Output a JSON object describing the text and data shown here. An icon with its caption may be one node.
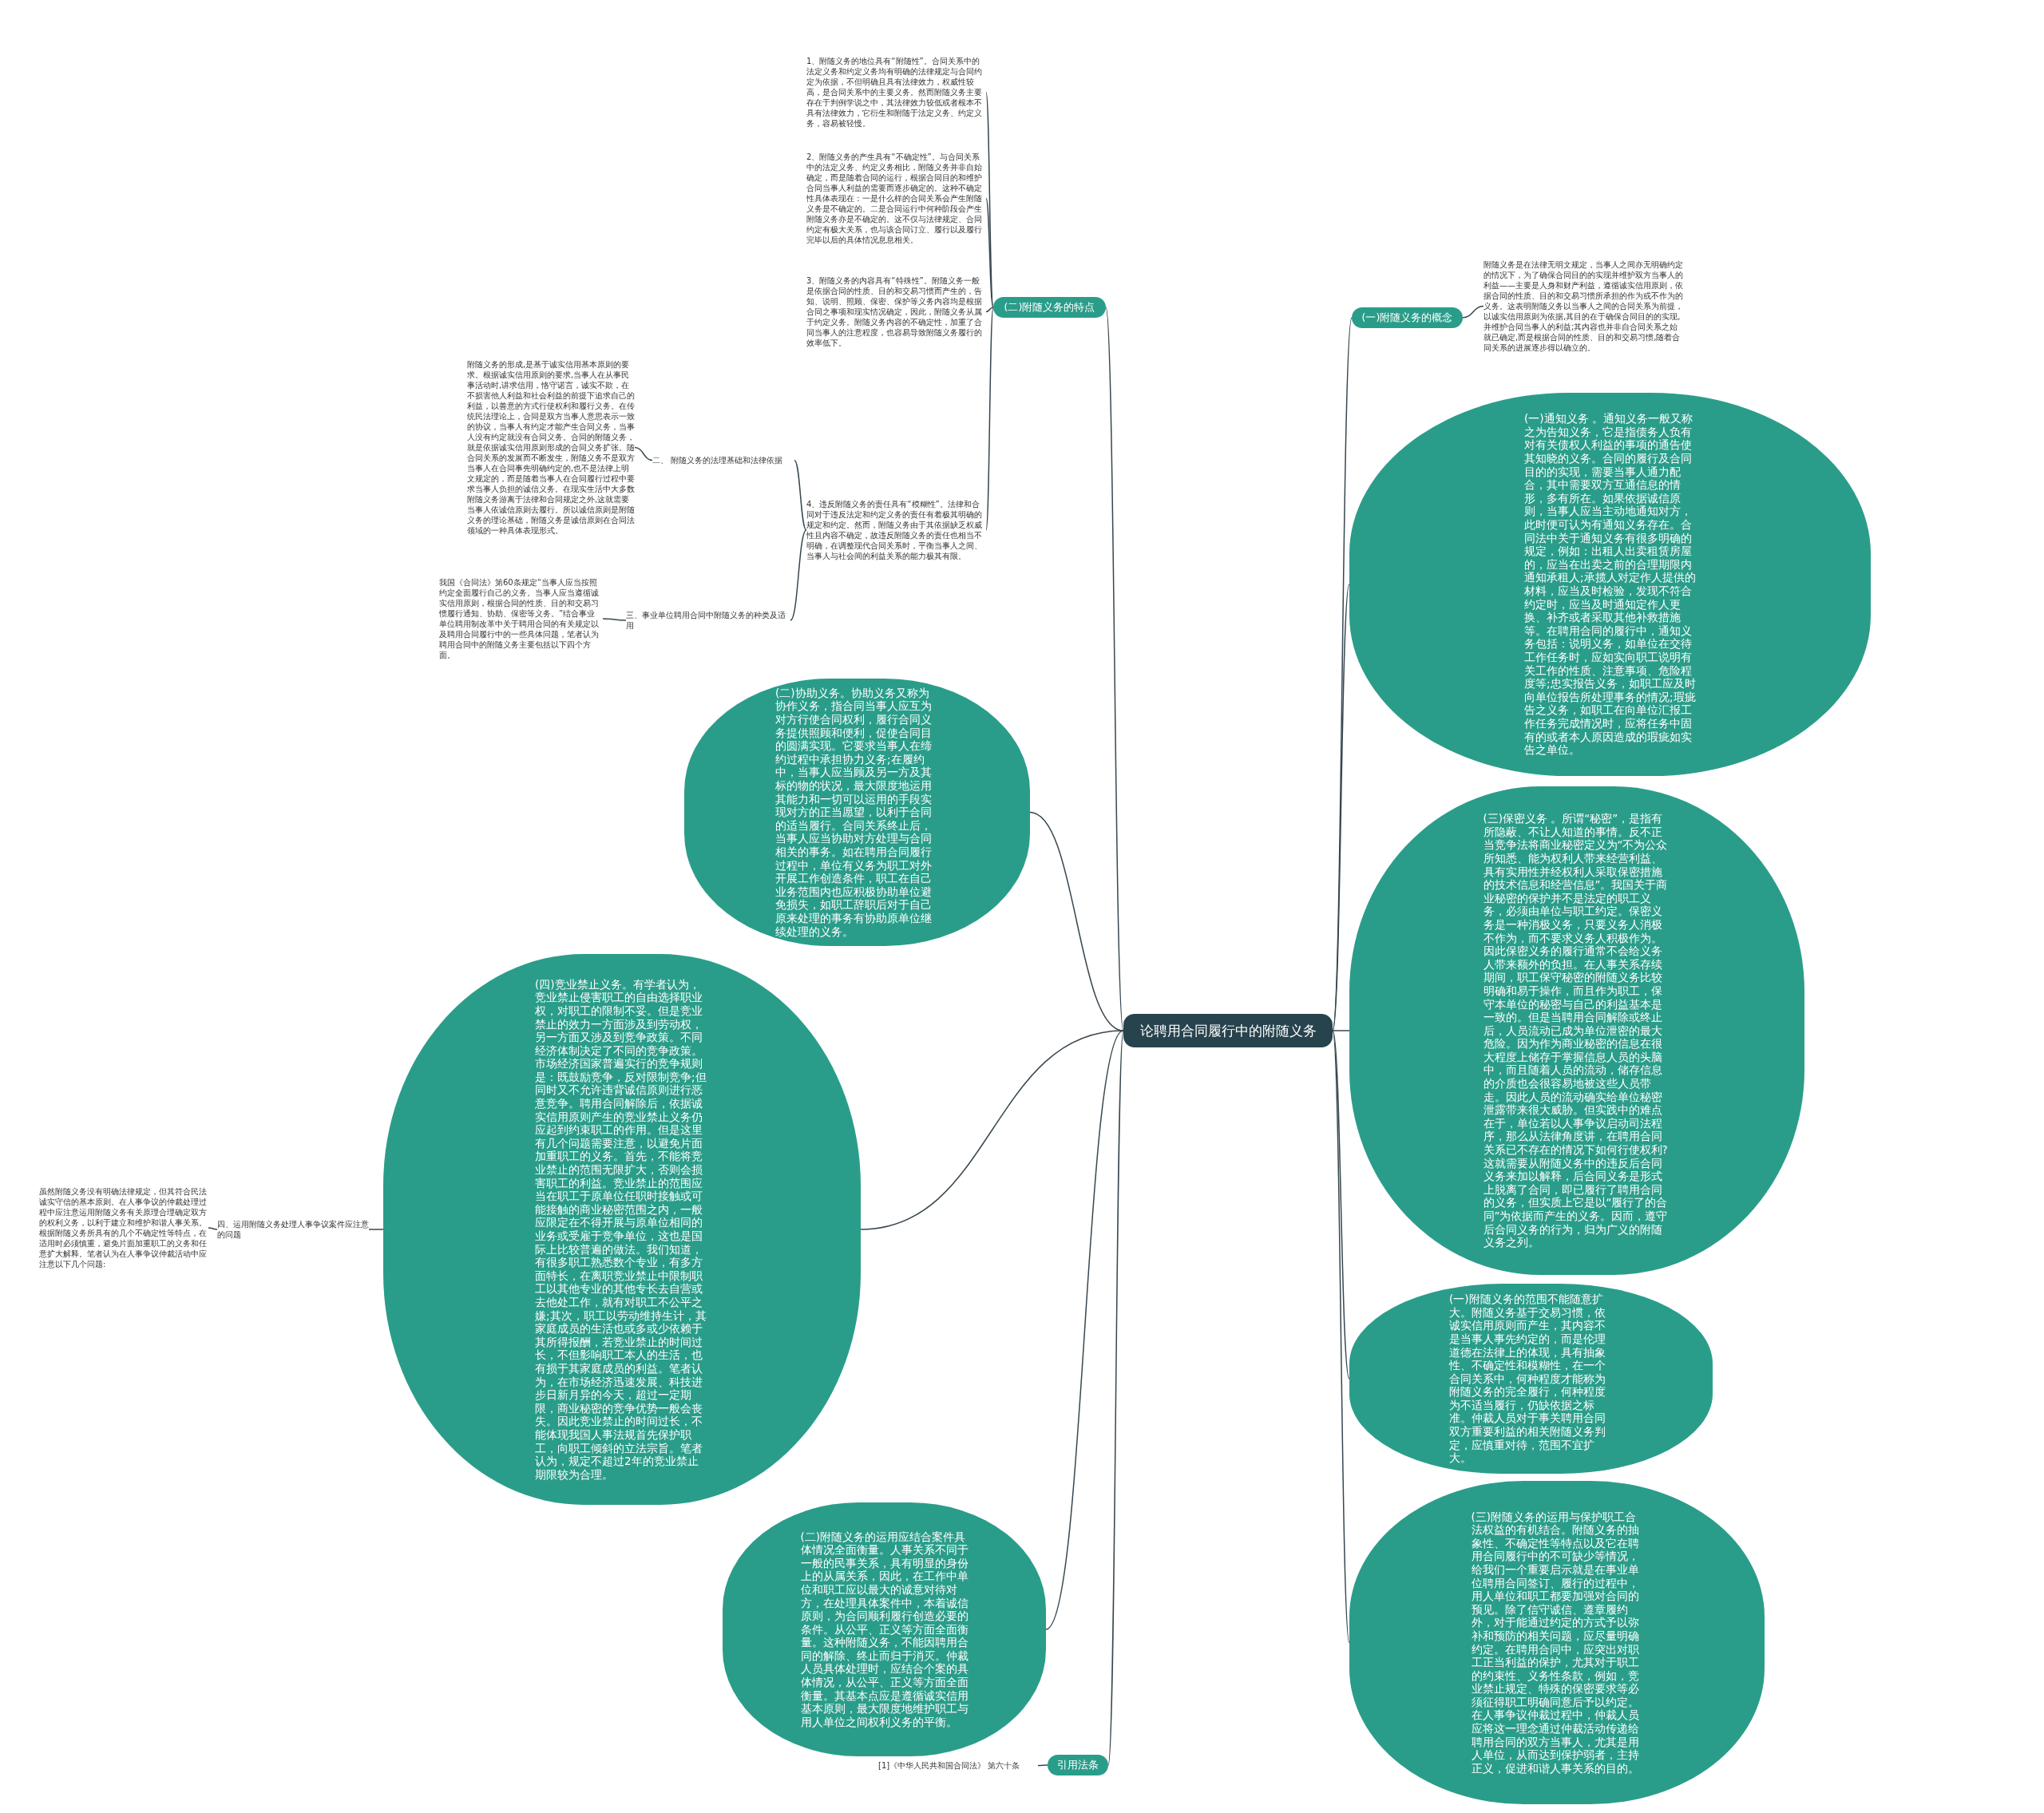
{
  "diagram": {
    "nodes": [
      {
        "text": [
          "论聘用合同履行中的附随义务"
        ]
      },
      {
        "text": [
          "(二)附随义务的特点"
        ]
      },
      {
        "text": [
          "1、附随义务的地位具有“附随性”。合同关系中的法定义务和约定义务均有明确的法律规定与合同约定为依据，不但明确且具有法律效力，权威性较高，是合同关系中的主要义务。然而附随义务主要存在于判例学说之中，其法律效力较低或者根本不具有法律效力，它衍生和附随于法定义务、约定义务，容易被轻慢。"
        ]
      },
      {
        "text": [
          "2、附随义务的产生具有“不确定性”。与合同关系中的法定义务、约定义务相比，附随义务并非自始确定，而是随着合同的运行，根据合同目的和维护合同当事人利益的需要而逐步确定的。这种不确定性具体表现在：一是什么样的合同关系会产生附随义务是不确定的。二是合同运行中何种阶段会产生附随义务亦是不确定的。这不仅与法律规定、合同约定有极大关系，也与该合同订立、履行以及履行完毕以后的具体情况息息相关。"
        ]
      },
      {
        "text": [
          "3、附随义务的内容具有“特殊性”。附随义务一般是依据合同的性质、目的和交易习惯而产生的，告知、说明、照顾、保密、保护等义务内容均是根据合同之事项和现实情况确定，因此，附随义务从属于约定义务。附随义务内容的不确定性，加重了合同当事人的注意程度，也容易导致附随义务履行的效率低下。"
        ]
      },
      {
        "text": [
          "4、违反附随义务的责任具有“模糊性”。法律和合同对于违反法定和约定义务的责任有着极其明确的规定和约定。然而，附随义务由于其依据缺乏权威性且内容不确定，故违反附随义务的责任也相当不明确，在调整现代合同关系时，平衡当事人之间、当事人与社会间的利益关系的能力极其有限。"
        ]
      },
      {
        "text": [
          "二、 附随义务的法理基础和法律依据"
        ]
      },
      {
        "text": [
          "附随义务的形成,是基于诚实信用基本原则的要求。根据诚实信用原则的要求,当事人在从事民事活动时,讲求信用，恪守诺言，诚实不欺，在不损害他人利益和社会利益的前提下追求自己的利益，以善意的方式行使权利和履行义务。在传统民法理论上，合同是双方当事人意思表示一致的协议，当事人有约定才能产生合同义务，当事人没有约定就没有合同义务。合同的附随义务，就是依据诚实信用原则形成的合同义务扩张。随合同关系的发展而不断发生，附随义务不是双方当事人在合同事先明确约定的,也不是法律上明文规定的，而是随着当事人在合同履行过程中要求当事人负担的诚信义务。在现实生活中大多数附随义务游离于法律和合同规定之外,这就需要当事人依诚信原则去履行。所以诚信原则是附随义务的理论基础，附随义务是诚信原则在合同法领域的一种具体表现形式。"
        ]
      },
      {
        "text": [
          "三、事业单位聘用合同中附随义务的种类及适用"
        ]
      },
      {
        "text": [
          "我国《合同法》第60条规定“当事人应当按照约定全面履行自己的义务。当事人应当遵循诚实信用原则，根据合同的性质、目的和交易习惯履行通知、协助、保密等义务。”结合事业单位聘用制改革中关于聘用合同的有关规定以及聘用合同履行中的一些具体问题，笔者认为聘用合同中的附随义务主要包括以下四个方面。"
        ]
      },
      {
        "text": [
          "(二)协助义务。协助义务又称为协作义务，指合同当事人应互为对方行使合同权利，履行合同义务提供照顾和便利，促使合同目的圆满实现。它要求当事人在缔约过程中承担协力义务;在履约中，当事人应当顾及另一方及其标的物的状况，最大限度地运用其能力和一切可以运用的手段实现对方的正当愿望，以利于合同的适当履行。合同关系终止后，当事人应当协助对方处理与合同相关的事务。如在聘用合同履行过程中，单位有义务为职工对外开展工作创造条件，职工在自己业务范围内也应积极协助单位避免损失，如职工辞职后对于自己原来处理的事务有协助原单位继续处理的义务。"
        ]
      },
      {
        "text": [
          "(四)竞业禁止义务。有学者认为，竞业禁止侵害职工的自由选择职业权，对职工的限制不妥。但是竞业禁止的效力一方面涉及到劳动权，另一方面又涉及到竞争政策。不同经济体制决定了不同的竞争政策。市场经济国家普遍实行的竞争规则是：既鼓励竞争，反对限制竞争;但同时又不允许违背诚信原则进行恶意竞争。聘用合同解除后，依据诚实信用原则产生的竞业禁止义务仍应起到约束职工的作用。但是这里有几个问题需要注意，以避免片面加重职工的义务。首先，不能将竞业禁止的范围无限扩大，否则会损害职工的利益。竞业禁止的范围应当在职工于原单位任职时接触或可能接触的商业秘密范围之内，一般应限定在不得开展与原单位相同的业务或受雇于竞争单位，这也是国际上比较普遍的做法。我们知道，有很多职工熟悉数个专业，有多方面特长，在离职竞业禁止中限制职工以其他专业的其他专长去自营或去他处工作，就有对职工不公平之嫌;其次，职工以劳动维持生计，其家庭成员的生活也或多或少依赖于其所得报酬，若竞业禁止的时间过长，不但影响职工本人的生活，也有损于其家庭成员的利益。笔者认为，在市场经济迅速发展、科技进步日新月异的今天，超过一定期限，商业秘密的竞争优势一般会丧失。因此竞业禁止的时间过长，不能体现我国人事法规首先保护职工，向职工倾斜的立法宗旨。笔者认为，规定不超过2年的竞业禁止期限较为合理。"
        ]
      },
      {
        "text": [
          "四、运用附随义务处理人事争议案件应注意的问题"
        ]
      },
      {
        "text": [
          "虽然附随义务没有明确法律规定，但其符合民法诚实守信的基本原则。在人事争议的仲裁处理过程中应注意运用附随义务有关原理合理确定双方的权利义务，以利于建立和维护和谐人事关系。根据附随义务所具有的几个不确定性等特点，在适用时必须慎重，避免片面加重职工的义务和任意扩大解释。笔者认为在人事争议仲裁活动中应注意以下几个问题:"
        ]
      },
      {
        "text": [
          "(二)附随义务的运用应结合案件具体情况全面衡量。人事关系不同于一般的民事关系，具有明显的身份上的从属关系，因此，在工作中单位和职工应以最大的诚意对待对方，在处理具体案件中，本着诚信原则，为合同顺利履行创造必要的条件。从公平、正义等方面全面衡量。这种附随义务，不能因聘用合同的解除、终止而归于消灭。仲裁人员具体处理时，应结合个案的具体情况，从公平、正义等方面全面衡量。其基本点应是遵循诚实信用基本原则，最大限度地维护职工与用人单位之间权利义务的平衡。"
        ]
      },
      {
        "text": [
          "引用法条"
        ]
      },
      {
        "text": [
          "[1]《中华人民共和国合同法》 第六十条"
        ]
      },
      {
        "text": [
          "(一)附随义务的概念"
        ]
      },
      {
        "text": [
          "附随义务是在法律无明文规定，当事人之间亦无明确约定的情况下，为了确保合同目的的实现并维护双方当事人的利益——主要是人身和财产利益，遵循诚实信用原则，依据合同的性质、目的和交易习惯所承担的作为或不作为的义务。这表明附随义务以当事人之间的合同关系为前提，以诚实信用原则为依据,其目的在于确保合同目的的实现,并维护合同当事人的利益;其内容也并非自合同关系之始就已确定,而是根据合同的性质、目的和交易习惯,随着合同关系的进展逐步得以确立的。"
        ]
      },
      {
        "text": [
          "(一)通知义务 。通知义务一般又称之为告知义务，它是指债务人负有对有关债权人利益的事项的通告使其知晓的义务。合同的履行及合同目的的实现，需要当事人通力配合，其中需要双方互通信息的情形，多有所在。如果依据诚信原则，当事人应当主动地通知对方，此时便可认为有通知义务存在。合同法中关于通知义务有很多明确的规定，例如：出租人出卖租赁房屋的，应当在出卖之前的合理期限内通知承租人;承揽人对定作人提供的材料，应当及时检验，发现不符合约定时，应当及时通知定作人更换、补齐或者采取其他补救措施等。在聘用合同的履行中，通知义务包括：说明义务，如单位在交待工作任务时，应如实向职工说明有关工作的性质、注意事项、危险程度等;忠实报告义务，如职工应及时向单位报告所处理事务的情况;瑕疵告之义务，如职工在向单位汇报工作任务完成情况时，应将任务中固有的或者本人原因造成的瑕疵如实告之单位。"
        ]
      },
      {
        "text": [
          "(三)保密义务 。所谓“秘密”，是指有所隐蔽、不让人知道的事情。反不正当竞争法将商业秘密定义为“不为公众所知悉、能为权利人带来经营利益、具有实用性并经权利人采取保密措施的技术信息和经营信息”。我国关于商业秘密的保护并不是法定的职工义务，必须由单位与职工约定。保密义务是一种消极义务，只要义务人消极不作为，而不要求义务人积极作为。因此保密义务的履行通常不会给义务人带来额外的负担。在人事关系存续期间，职工保守秘密的附随义务比较明确和易于操作，而且作为职工，保守本单位的秘密与自己的利益基本是一致的。但是当聘用合同解除或终止后，人员流动已成为单位泄密的最大危险。因为作为商业秘密的信息在很大程度上储存于掌握信息人员的头脑中，而且随着人员的流动，储存信息的介质也会很容易地被这些人员带走。因此人员的流动确实给单位秘密泄露带来很大威胁。但实践中的难点在于，单位若以人事争议启动司法程序，那么从法律角度讲，在聘用合同关系已不存在的情况下如何行使权利?这就需要从附随义务中的违反后合同义务来加以解释，后合同义务是形式上脱离了合同，即已履行了聘用合同的义务，但实质上它是以“履行了的合同”为依据而产生的义务。因而，遵守后合同义务的行为，归为广义的附随义务之列。"
        ]
      },
      {
        "text": [
          "(一)附随义务的范围不能随意扩大。附随义务基于交易习惯，依诚实信用原则而产生，其内容不是当事人事先约定的，而是伦理道德在法律上的体现，具有抽象性、不确定性和模糊性，在一个合同关系中，何种程度才能称为附随义务的完全履行，何种程度为不适当履行，仍缺依据之标准。仲裁人员对于事关聘用合同双方重要利益的相关附随义务判定，应慎重对待，范围不宜扩大。"
        ]
      },
      {
        "text": [
          "(三)附随义务的运用与保护职工合法权益的有机结合。附随义务的抽象性、不确定性等特点以及它在聘用合同履行中的不可缺少等情况，给我们一个重要启示就是在事业单位聘用合同签订、履行的过程中，用人单位和职工都要加强对合同的预见。除了信守诚信、遵章履约外，对于能通过约定的方式予以弥补和预防的相关问题，应尽量明确约定。在聘用合同中，应突出对职工正当利益的保护，尤其对于职工的约束性、义务性条款，例如，竞业禁止规定、特殊的保密要求等必须征得职工明确同意后予以约定。在人事争议仲裁过程中，仲裁人员应将这一理念通过仲裁活动传递给聘用合同的双方当事人，尤其是用人单位，从而达到保护弱者，主持正义，促进和谐人事关系的目的。"
        ]
      }
    ],
    "edges": [
      {
        "from": 0,
        "to": 1,
        "arrow": "none"
      },
      {
        "from": 1,
        "to": 2,
        "arrow": "none"
      },
      {
        "from": 1,
        "to": 3,
        "arrow": "none"
      },
      {
        "from": 1,
        "to": 4,
        "arrow": "none"
      },
      {
        "from": 1,
        "to": 5,
        "arrow": "none"
      },
      {
        "from": 5,
        "to": 6,
        "arrow": "none"
      },
      {
        "from": 6,
        "to": 7,
        "arrow": "none"
      },
      {
        "from": 5,
        "to": 8,
        "arrow": "none"
      },
      {
        "from": 8,
        "to": 9,
        "arrow": "none"
      },
      {
        "from": 0,
        "to": 10,
        "arrow": "none"
      },
      {
        "from": 0,
        "to": 11,
        "arrow": "none"
      },
      {
        "from": 11,
        "to": 12,
        "arrow": "none"
      },
      {
        "from": 12,
        "to": 13,
        "arrow": "none"
      },
      {
        "from": 0,
        "to": 14,
        "arrow": "none"
      },
      {
        "from": 0,
        "to": 15,
        "arrow": "none"
      },
      {
        "from": 15,
        "to": 16,
        "arrow": "none"
      },
      {
        "from": 0,
        "to": 17,
        "arrow": "none"
      },
      {
        "from": 17,
        "to": 18,
        "arrow": "none"
      },
      {
        "from": 0,
        "to": 19,
        "arrow": "none"
      },
      {
        "from": 0,
        "to": 20,
        "arrow": "none"
      },
      {
        "from": 0,
        "to": 21,
        "arrow": "none"
      },
      {
        "from": 0,
        "to": 22,
        "arrow": "none"
      }
    ]
  }
}
